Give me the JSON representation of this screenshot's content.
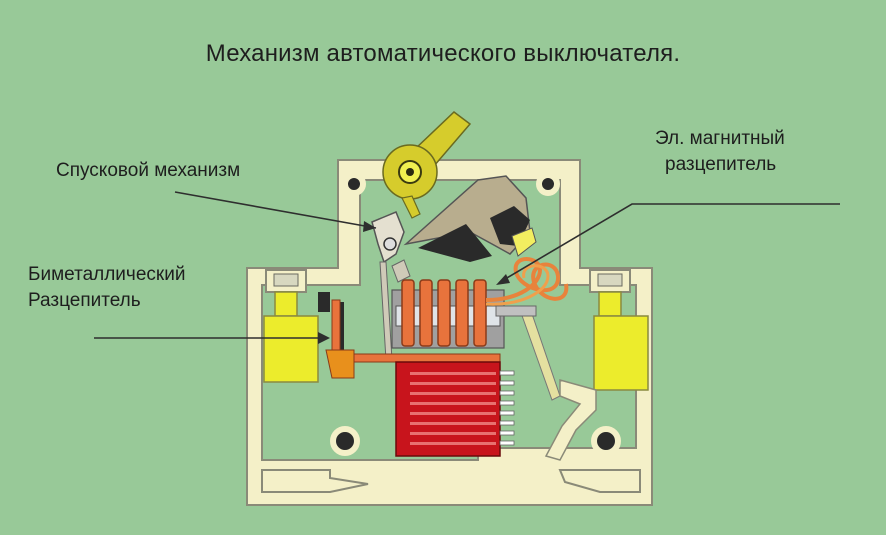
{
  "title": "Механизм автоматического выключателя.",
  "labels": {
    "trip_mechanism": "Спусковой механизм",
    "magnetic_line1": "Эл.  магнитный",
    "magnetic_line2": "разцепитель",
    "bimetal_line1": "Биметаллический",
    "bimetal_line2": "Разцепитель"
  },
  "colors": {
    "background": "#98c998",
    "housing": "#f4f0c8",
    "housing_stroke": "#8a8a78",
    "terminal_yellow": "#ecec2c",
    "lever_yellow": "#d6cc2c",
    "arc_chute_red": "#c8141c",
    "coil_orange": "#e8733c",
    "contact_arm": "#b8ad8e",
    "leader_line": "#2e2e2e"
  }
}
